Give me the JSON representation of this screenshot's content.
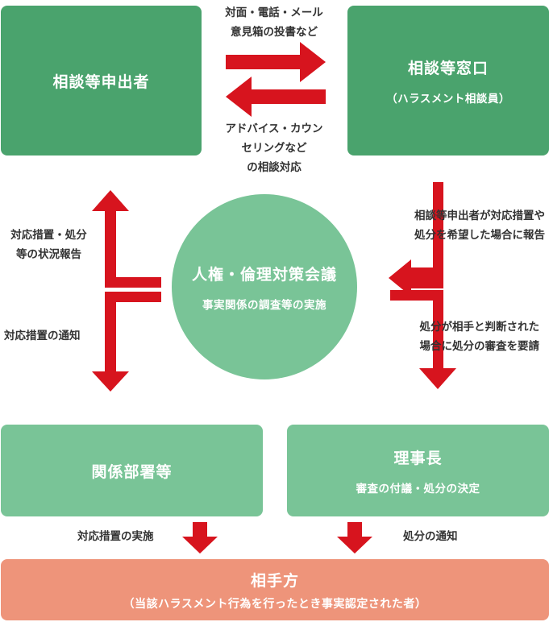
{
  "applicant": {
    "title": "相談等申出者"
  },
  "window": {
    "title": "相談等窓口",
    "subtitle": "（ハラスメント相談員）"
  },
  "council": {
    "title": "人権・倫理対策会議",
    "subtitle": "事実関係の調査等の実施"
  },
  "department": {
    "title": "関係部署等"
  },
  "chairman": {
    "title": "理事長",
    "subtitle": "審査の付議・処分の決定"
  },
  "respondent": {
    "title": "相手方",
    "subtitle": "（当該ハラスメント行為を行ったとき事実認定された者）"
  },
  "labels": {
    "to_window": [
      "対面・電話・メール",
      "意見箱の投書など"
    ],
    "to_applicant": [
      "アドバイス・カウン",
      "セリングなど",
      "の相談対応"
    ],
    "status_report": [
      "対応措置・処分",
      "等の状況報告"
    ],
    "notify_measures": "対応措置の通知",
    "window_report": [
      "相談等申出者が対応措置や",
      "処分を希望した場合に報告"
    ],
    "request_review": [
      "処分が相手と判断された",
      "場合に処分の審査を要請"
    ],
    "implement": "対応措置の実施",
    "notify_disposal": "処分の通知"
  },
  "colors": {
    "dark_green": "#4aa36d",
    "light_green": "#79c497",
    "salmon": "#ee947a",
    "arrow_red": "#d7141e"
  }
}
